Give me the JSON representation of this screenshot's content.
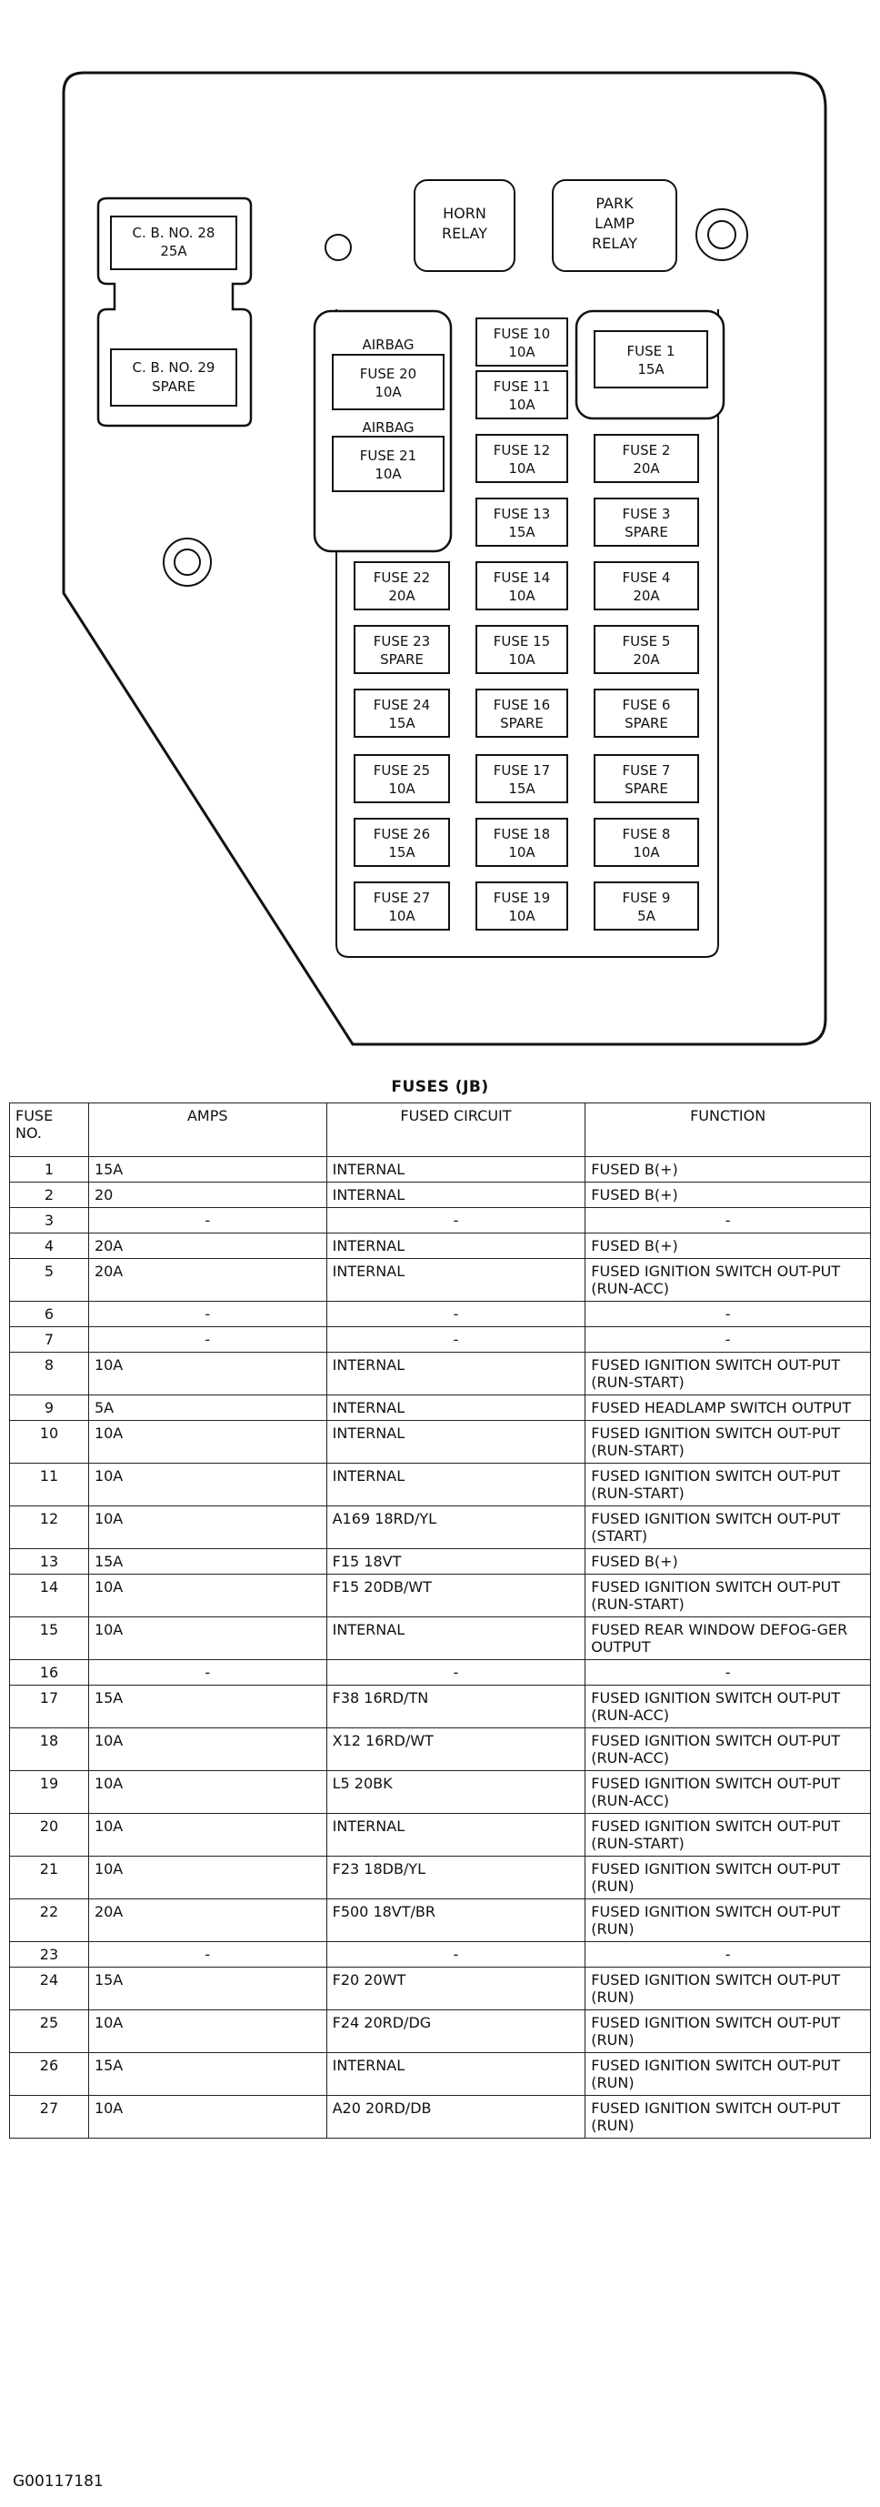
{
  "diagram": {
    "horn_relay": [
      "HORN",
      "RELAY"
    ],
    "park_lamp_relay": [
      "PARK",
      "LAMP",
      "RELAY"
    ],
    "circuit_breakers": [
      {
        "lines": [
          "C. B. NO. 28",
          "25A"
        ]
      },
      {
        "lines": [
          "C. B. NO. 29",
          "SPARE"
        ]
      }
    ],
    "airbag_label_1": "AIRBAG",
    "airbag_label_2": "AIRBAG",
    "fuses": {
      "f1": [
        "FUSE 1",
        "15A"
      ],
      "f2": [
        "FUSE 2",
        "20A"
      ],
      "f3": [
        "FUSE 3",
        "SPARE"
      ],
      "f4": [
        "FUSE 4",
        "20A"
      ],
      "f5": [
        "FUSE 5",
        "20A"
      ],
      "f6": [
        "FUSE 6",
        "SPARE"
      ],
      "f7": [
        "FUSE 7",
        "SPARE"
      ],
      "f8": [
        "FUSE 8",
        "10A"
      ],
      "f9": [
        "FUSE 9",
        "5A"
      ],
      "f10": [
        "FUSE 10",
        "10A"
      ],
      "f11": [
        "FUSE 11",
        "10A"
      ],
      "f12": [
        "FUSE 12",
        "10A"
      ],
      "f13": [
        "FUSE 13",
        "15A"
      ],
      "f14": [
        "FUSE 14",
        "10A"
      ],
      "f15": [
        "FUSE 15",
        "10A"
      ],
      "f16": [
        "FUSE 16",
        "SPARE"
      ],
      "f17": [
        "FUSE 17",
        "15A"
      ],
      "f18": [
        "FUSE 18",
        "10A"
      ],
      "f19": [
        "FUSE 19",
        "10A"
      ],
      "f20": [
        "FUSE 20",
        "10A"
      ],
      "f21": [
        "FUSE 21",
        "10A"
      ],
      "f22": [
        "FUSE 22",
        "20A"
      ],
      "f23": [
        "FUSE 23",
        "SPARE"
      ],
      "f24": [
        "FUSE 24",
        "15A"
      ],
      "f25": [
        "FUSE 25",
        "10A"
      ],
      "f26": [
        "FUSE 26",
        "15A"
      ],
      "f27": [
        "FUSE 27",
        "10A"
      ]
    }
  },
  "table": {
    "title": "FUSES (JB)",
    "headers": {
      "no": [
        "FUSE",
        "NO."
      ],
      "amps": "AMPS",
      "circuit": "FUSED CIRCUIT",
      "function": "FUNCTION"
    },
    "rows": [
      {
        "no": "1",
        "amps": "15A",
        "circuit": "INTERNAL",
        "function": "FUSED B(+)"
      },
      {
        "no": "2",
        "amps": "20",
        "circuit": "INTERNAL",
        "function": "FUSED B(+)"
      },
      {
        "no": "3",
        "amps": "-",
        "circuit": "-",
        "function": "-"
      },
      {
        "no": "4",
        "amps": "20A",
        "circuit": "INTERNAL",
        "function": "FUSED B(+)"
      },
      {
        "no": "5",
        "amps": "20A",
        "circuit": "INTERNAL",
        "function": "FUSED IGNITION SWITCH OUT-PUT (RUN-ACC)"
      },
      {
        "no": "6",
        "amps": "-",
        "circuit": "-",
        "function": "-"
      },
      {
        "no": "7",
        "amps": "-",
        "circuit": "-",
        "function": "-"
      },
      {
        "no": "8",
        "amps": "10A",
        "circuit": "INTERNAL",
        "function": "FUSED IGNITION SWITCH OUT-PUT (RUN-START)"
      },
      {
        "no": "9",
        "amps": "5A",
        "circuit": "INTERNAL",
        "function": "FUSED HEADLAMP SWITCH OUTPUT"
      },
      {
        "no": "10",
        "amps": "10A",
        "circuit": "INTERNAL",
        "function": "FUSED IGNITION SWITCH OUT-PUT (RUN-START)"
      },
      {
        "no": "11",
        "amps": "10A",
        "circuit": "INTERNAL",
        "function": "FUSED IGNITION SWITCH OUT-PUT (RUN-START)"
      },
      {
        "no": "12",
        "amps": "10A",
        "circuit": "A169 18RD/YL",
        "function": "FUSED IGNITION SWITCH OUT-PUT (START)"
      },
      {
        "no": "13",
        "amps": "15A",
        "circuit": "F15 18VT",
        "function": "FUSED B(+)"
      },
      {
        "no": "14",
        "amps": "10A",
        "circuit": "F15 20DB/WT",
        "function": "FUSED IGNITION SWITCH OUT-PUT (RUN-START)"
      },
      {
        "no": "15",
        "amps": "10A",
        "circuit": "INTERNAL",
        "function": "FUSED REAR WINDOW DEFOG-GER OUTPUT"
      },
      {
        "no": "16",
        "amps": "-",
        "circuit": "-",
        "function": "-"
      },
      {
        "no": "17",
        "amps": "15A",
        "circuit": "F38 16RD/TN",
        "function": "FUSED IGNITION SWITCH OUT-PUT (RUN-ACC)"
      },
      {
        "no": "18",
        "amps": "10A",
        "circuit": "X12 16RD/WT",
        "function": "FUSED IGNITION SWITCH OUT-PUT (RUN-ACC)"
      },
      {
        "no": "19",
        "amps": "10A",
        "circuit": "L5 20BK",
        "function": "FUSED IGNITION SWITCH OUT-PUT (RUN-ACC)"
      },
      {
        "no": "20",
        "amps": "10A",
        "circuit": "INTERNAL",
        "function": "FUSED IGNITION SWITCH OUT-PUT (RUN-START)"
      },
      {
        "no": "21",
        "amps": "10A",
        "circuit": "F23 18DB/YL",
        "function": "FUSED IGNITION SWITCH OUT-PUT (RUN)"
      },
      {
        "no": "22",
        "amps": "20A",
        "circuit": "F500 18VT/BR",
        "function": "FUSED IGNITION SWITCH OUT-PUT (RUN)"
      },
      {
        "no": "23",
        "amps": "-",
        "circuit": "-",
        "function": "-"
      },
      {
        "no": "24",
        "amps": "15A",
        "circuit": "F20 20WT",
        "function": "FUSED IGNITION SWITCH OUT-PUT (RUN)"
      },
      {
        "no": "25",
        "amps": "10A",
        "circuit": "F24 20RD/DG",
        "function": "FUSED IGNITION SWITCH OUT-PUT (RUN)"
      },
      {
        "no": "26",
        "amps": "15A",
        "circuit": "INTERNAL",
        "function": "FUSED IGNITION SWITCH OUT-PUT (RUN)"
      },
      {
        "no": "27",
        "amps": "10A",
        "circuit": "A20 20RD/DB",
        "function": "FUSED IGNITION SWITCH OUT-PUT (RUN)"
      }
    ]
  },
  "footer_code": "G00117181"
}
